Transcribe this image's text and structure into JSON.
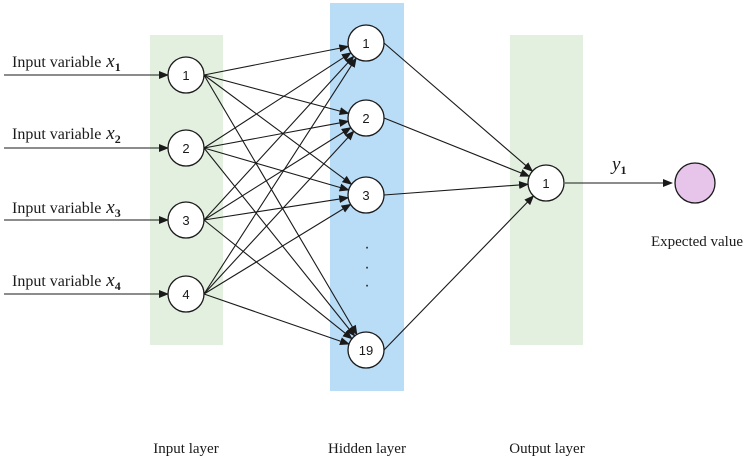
{
  "colors": {
    "input_band": "#e3f0e0",
    "hidden_band": "#b9dcf7",
    "output_band": "#e3f0e0",
    "expected_node": "#e7c4e9"
  },
  "inputs": [
    {
      "prefix": "Input variable",
      "var": "x",
      "sub": "1"
    },
    {
      "prefix": "Input variable",
      "var": "x",
      "sub": "2"
    },
    {
      "prefix": "Input variable",
      "var": "x",
      "sub": "3"
    },
    {
      "prefix": "Input variable",
      "var": "x",
      "sub": "4"
    }
  ],
  "input_nodes": [
    "1",
    "2",
    "3",
    "4"
  ],
  "hidden_nodes": [
    "1",
    "2",
    "3",
    "19"
  ],
  "hidden_ellipsis": "·  ·  ·",
  "output_nodes": [
    "1"
  ],
  "output": {
    "var": "y",
    "sub": "1"
  },
  "expected_label": "Expected value",
  "layers": {
    "input": "Input layer",
    "hidden": "Hidden layer",
    "output": "Output layer"
  }
}
